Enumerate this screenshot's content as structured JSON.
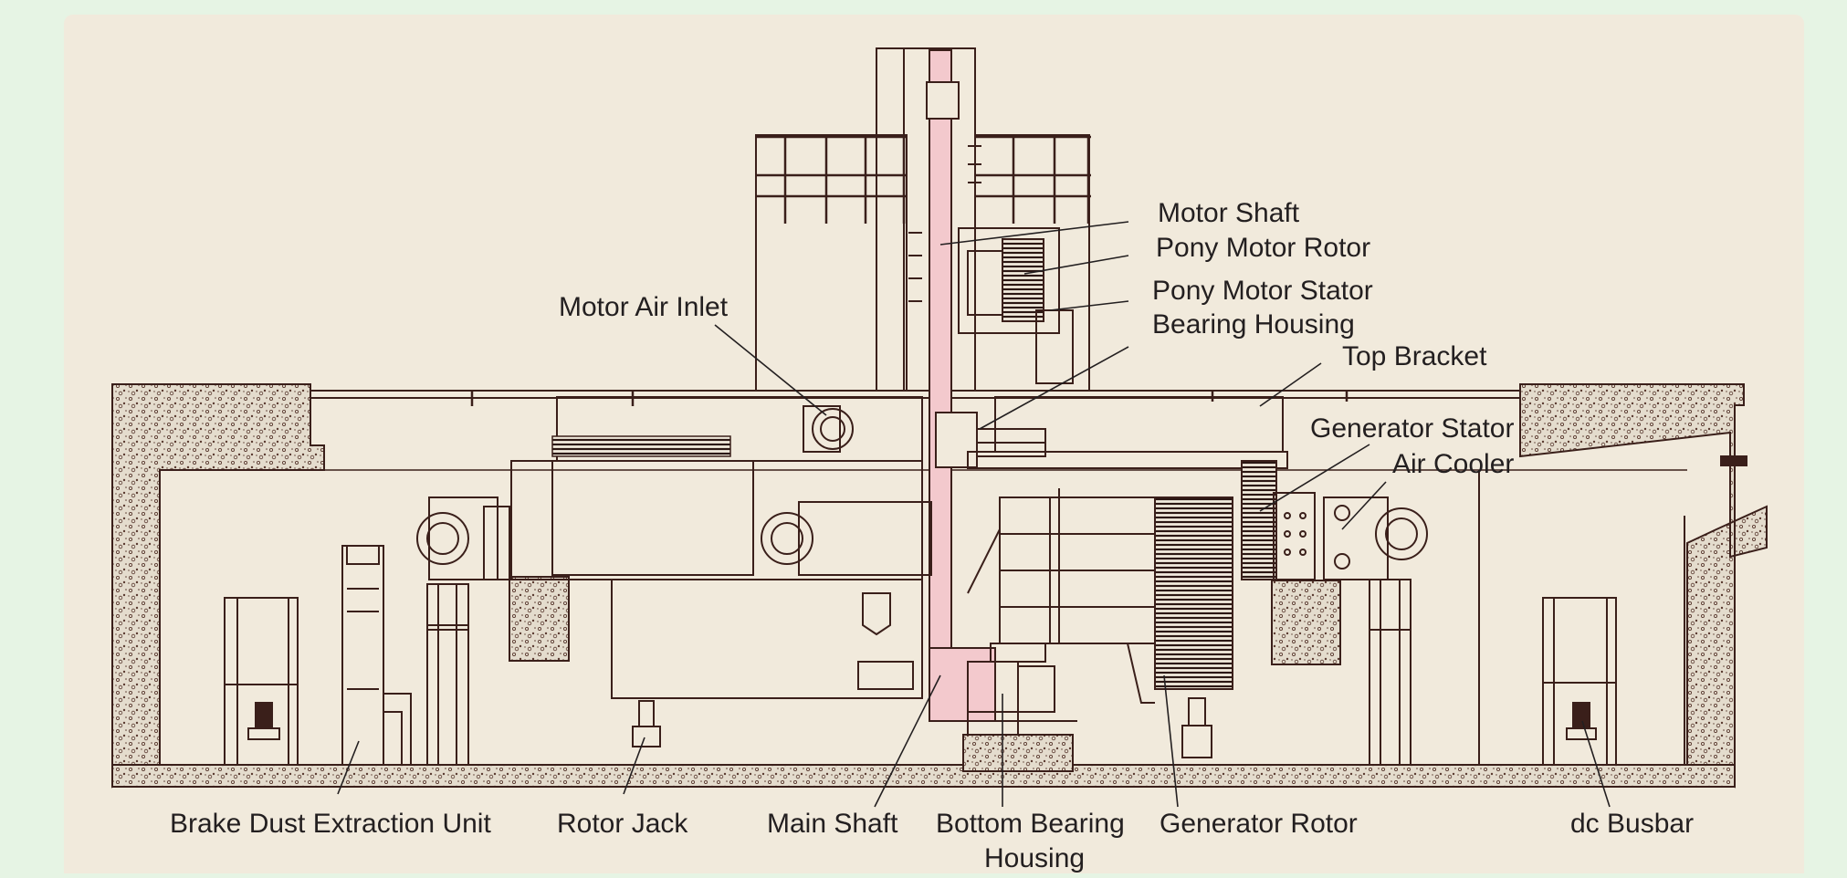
{
  "labels": {
    "motor_shaft": "Motor Shaft",
    "pony_motor_rotor": "Pony Motor Rotor",
    "pony_motor_stator": "Pony Motor Stator",
    "bearing_housing": "Bearing Housing",
    "top_bracket": "Top Bracket",
    "motor_air_inlet": "Motor Air Inlet",
    "generator_stator": "Generator Stator",
    "air_cooler": "Air Cooler",
    "brake_dust_extraction_unit": "Brake Dust Extraction Unit",
    "rotor_jack": "Rotor Jack",
    "main_shaft": "Main Shaft",
    "bottom_bearing_housing_line1": "Bottom Bearing",
    "bottom_bearing_housing_line2": "Housing",
    "generator_rotor": "Generator Rotor",
    "dc_busbar": "dc Busbar"
  },
  "colors": {
    "page_background": "#e6f4e4",
    "panel_background": "#f1eadc",
    "line": "#3a1f1a",
    "shaft": "#f3c9cd",
    "concrete": "#d9cfc0",
    "label": "#231f20"
  }
}
